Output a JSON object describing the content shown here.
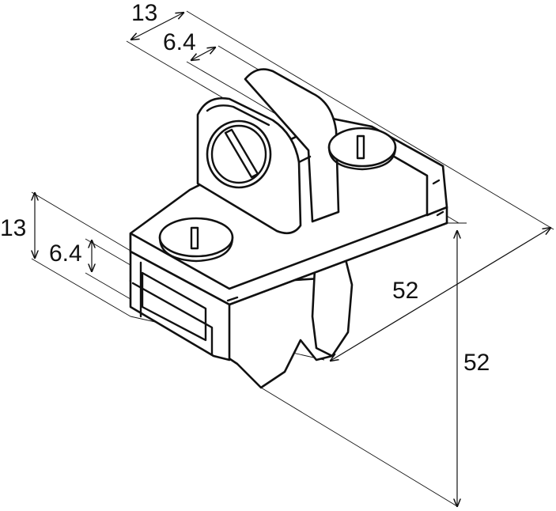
{
  "diagram": {
    "dimensions": {
      "top_outer_width": "13",
      "top_inner_width": "6.4",
      "left_outer_height": "13",
      "left_inner_height": "6.4",
      "depth": "52",
      "height": "52"
    },
    "colors": {
      "stroke": "#111111",
      "background": "#ffffff"
    }
  }
}
